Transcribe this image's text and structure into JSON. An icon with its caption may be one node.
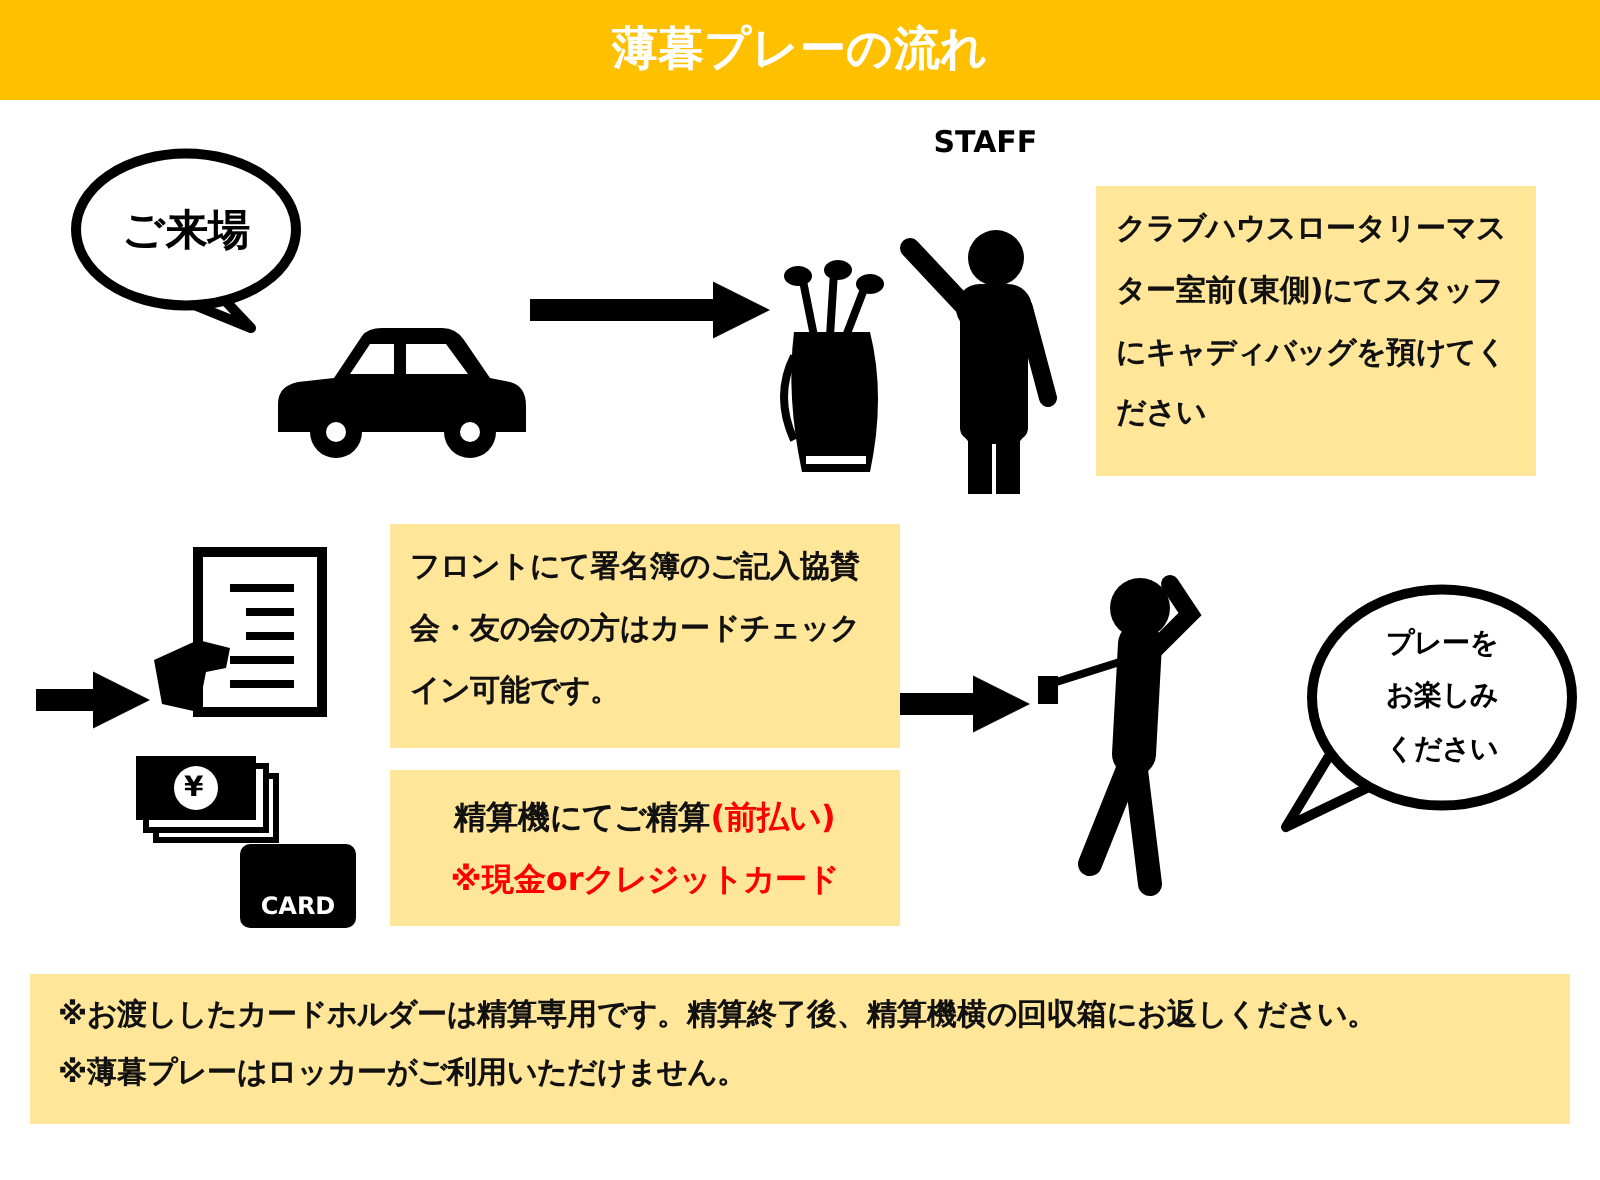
{
  "diagram": {
    "title": "薄暮プレーの流れ",
    "nodes": [
      {
        "text": [
          "ご来場"
        ]
      },
      {
        "text": [],
        "shape": "car"
      },
      {
        "text": [],
        "shape": "bag"
      },
      {
        "text": [],
        "shape": "person",
        "beside": [
          "STAFF"
        ]
      },
      {
        "text": [
          "クラブハウスロータリーマスター室前(東側)にてスタッフにキャディバッグを預けてください"
        ]
      },
      {
        "text": [],
        "shape": "document"
      },
      {
        "text": [
          "¥"
        ]
      },
      {
        "text": [
          "CARD"
        ]
      },
      {
        "text": [
          "フロントにて署名簿のご記入協賛会・友の会の方はカードチェックイン可能です。"
        ]
      },
      {
        "text": [
          "精算機にてご精算",
          "(前払い)",
          "※現金orクレジットカード"
        ]
      },
      {
        "text": [],
        "shape": "person"
      },
      {
        "text": [
          "プレーをお楽しみください"
        ]
      },
      {
        "text": [
          "※お渡ししたカードホルダーは精算専用です。精算終了後、精算機横の回収箱にお返しください。",
          "※薄暮プレーはロッカーがご利用いただけません。"
        ]
      }
    ],
    "edges": [
      {
        "from": 1,
        "to": 2,
        "arrow": "to"
      },
      {
        "from": null,
        "to": 5,
        "arrow": "to"
      },
      {
        "from": 8,
        "to": 10,
        "arrow": "to"
      }
    ]
  }
}
